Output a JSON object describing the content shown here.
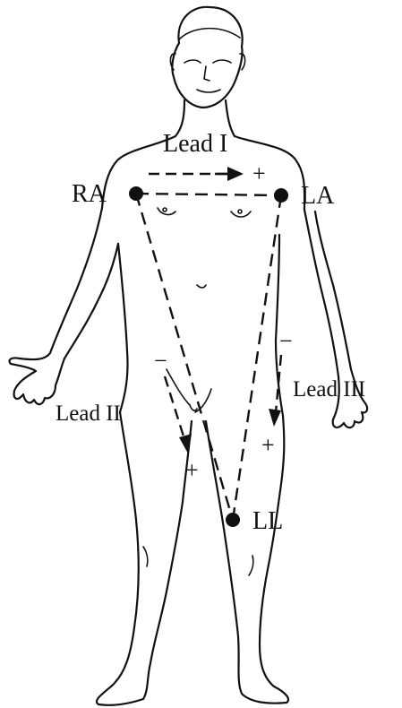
{
  "leads": {
    "lead_i": "Lead I",
    "lead_ii": "Lead II",
    "lead_iii": "Lead III"
  },
  "electrodes": {
    "ra": "RA",
    "la": "LA",
    "ll": "LL"
  },
  "polarity": {
    "plus": "+",
    "minus": "−"
  }
}
